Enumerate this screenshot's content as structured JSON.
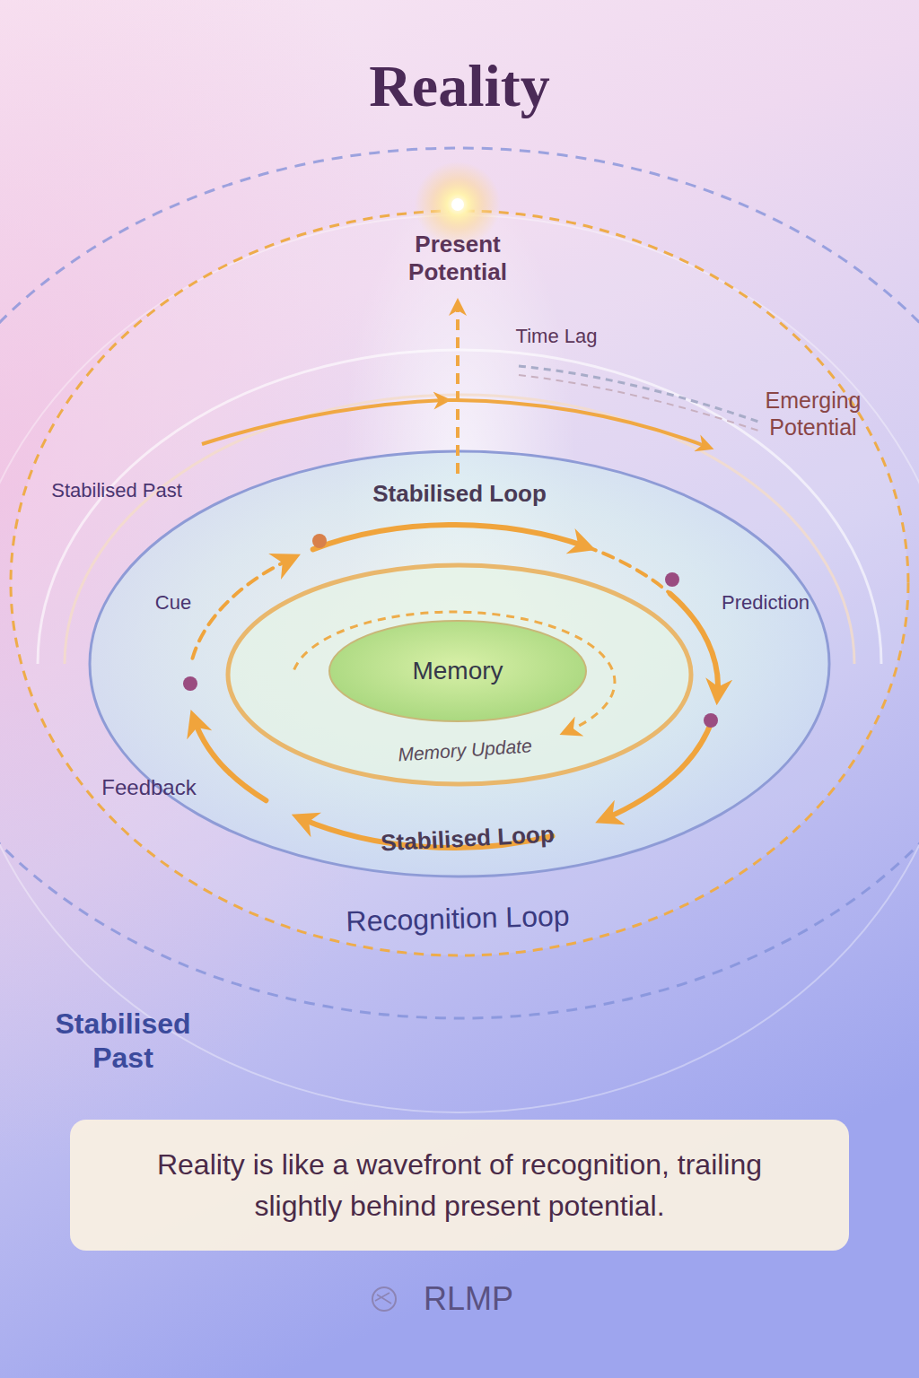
{
  "diagram": {
    "title": "Reality",
    "caption": "Reality is like a wavefront of recognition, trailing slightly behind present potential.",
    "nodes": [
      {
        "text": [
          "Memory"
        ]
      }
    ],
    "labels": [
      "Present Potential",
      "Time Lag",
      "Emerging Potential",
      "Stabilised Past",
      "Stabilised Loop",
      "Cue",
      "Prediction",
      "Memory Update",
      "Feedback",
      "Stabilised Loop",
      "Recognition Loop",
      "Stabilised Past",
      "RLMP"
    ]
  }
}
